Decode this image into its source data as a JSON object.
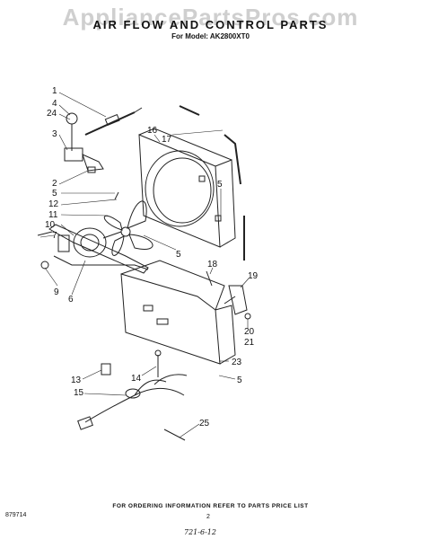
{
  "header": {
    "watermark": "AppliancePartsPros.com",
    "title": "AIR FLOW AND CONTROL PARTS",
    "subtitle": "For Model: AK2800XT0"
  },
  "callouts": [
    {
      "id": "c1",
      "label": "1"
    },
    {
      "id": "c4",
      "label": "4"
    },
    {
      "id": "c24",
      "label": "24"
    },
    {
      "id": "c3",
      "label": "3"
    },
    {
      "id": "c2",
      "label": "2"
    },
    {
      "id": "c5a",
      "label": "5"
    },
    {
      "id": "c12",
      "label": "12"
    },
    {
      "id": "c11",
      "label": "11"
    },
    {
      "id": "c10",
      "label": "10"
    },
    {
      "id": "c7",
      "label": "7"
    },
    {
      "id": "c9",
      "label": "9"
    },
    {
      "id": "c6",
      "label": "6"
    },
    {
      "id": "c16",
      "label": "16"
    },
    {
      "id": "c17",
      "label": "17"
    },
    {
      "id": "c5b",
      "label": "5"
    },
    {
      "id": "c5c",
      "label": "5"
    },
    {
      "id": "c18",
      "label": "18"
    },
    {
      "id": "c19",
      "label": "19"
    },
    {
      "id": "c20",
      "label": "20"
    },
    {
      "id": "c21",
      "label": "21"
    },
    {
      "id": "c23",
      "label": "23"
    },
    {
      "id": "c5d",
      "label": "5"
    },
    {
      "id": "c13",
      "label": "13"
    },
    {
      "id": "c14",
      "label": "14"
    },
    {
      "id": "c15",
      "label": "15"
    },
    {
      "id": "c25",
      "label": "25"
    }
  ],
  "footer": {
    "note": "FOR ORDERING INFORMATION REFER TO PARTS PRICE LIST",
    "doc_number": "879714",
    "page_number": "2",
    "handwritten": "721-6-12"
  }
}
